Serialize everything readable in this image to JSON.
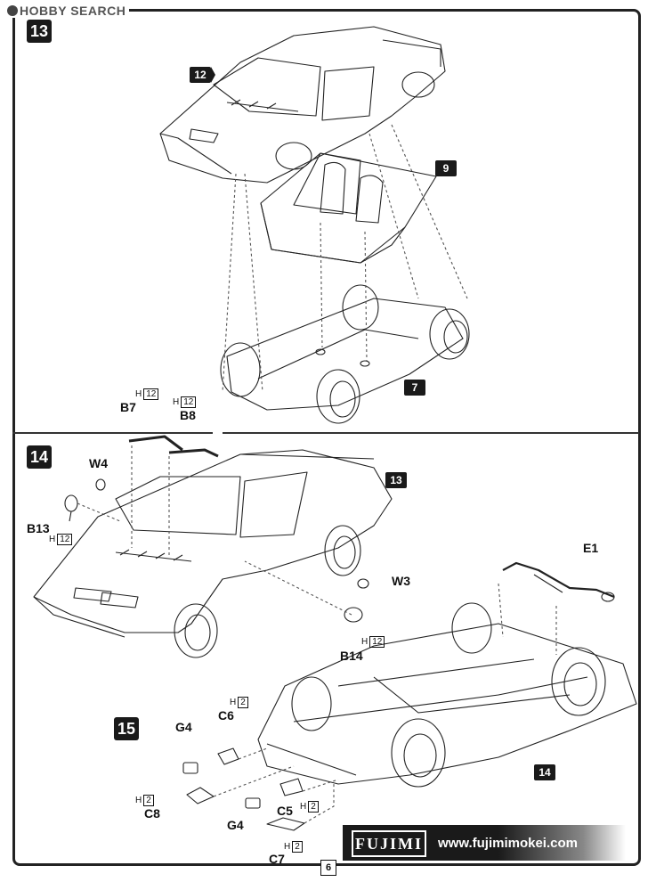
{
  "watermark": {
    "text": "HOBBY SEARCH"
  },
  "steps": {
    "s13": "13",
    "s14": "14",
    "s15": "15"
  },
  "tags": {
    "t12": "12",
    "t9": "9",
    "t7": "7",
    "t13": "13",
    "t14": "14"
  },
  "parts": {
    "B7": "B7",
    "B8": "B8",
    "W4": "W4",
    "B13": "B13",
    "W3": "W3",
    "B14": "B14",
    "E1": "E1",
    "G4a": "G4",
    "C6": "C6",
    "C8": "C8",
    "G4b": "G4",
    "C5": "C5",
    "C7": "C7"
  },
  "hnotes": {
    "H": "H",
    "B7": "12",
    "B8": "12",
    "B13": "12",
    "B14": "12",
    "C6": "2",
    "C8": "2",
    "C5": "2",
    "C7": "2"
  },
  "footer": {
    "brand": "FUJIMI",
    "url": "www.fujimimokei.com"
  },
  "page": {
    "number": "6"
  }
}
